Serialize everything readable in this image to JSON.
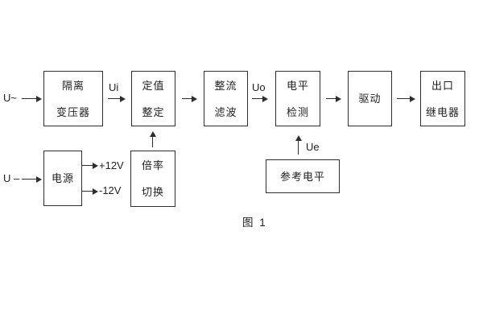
{
  "figure": {
    "caption": "图 1"
  },
  "diagram": {
    "boxes": {
      "isolation_transformer": {
        "line1": "隔离",
        "line2": "变压器"
      },
      "setting_adjust": {
        "line1": "定值",
        "line2": "整定"
      },
      "rectify_filter": {
        "line1": "整流",
        "line2": "滤波"
      },
      "level_detect": {
        "line1": "电平",
        "line2": "检测"
      },
      "drive": {
        "line1": "驱动"
      },
      "output_relay": {
        "line1": "出口",
        "line2": "继电器"
      },
      "power_supply": {
        "line1": "电源"
      },
      "ratio_switch": {
        "line1": "倍率",
        "line2": "切换"
      },
      "reference_level": {
        "line1": "参考电平"
      }
    },
    "labels": {
      "input_ac": "U~",
      "input_dc": "U –",
      "ui": "Ui",
      "uo": "Uo",
      "ue": "Ue",
      "rail_pos": "+12V",
      "rail_neg": "-12V"
    },
    "colors": {
      "line": "#2e2e2e",
      "text": "#1f1f1f",
      "background": "#ffffff"
    }
  }
}
